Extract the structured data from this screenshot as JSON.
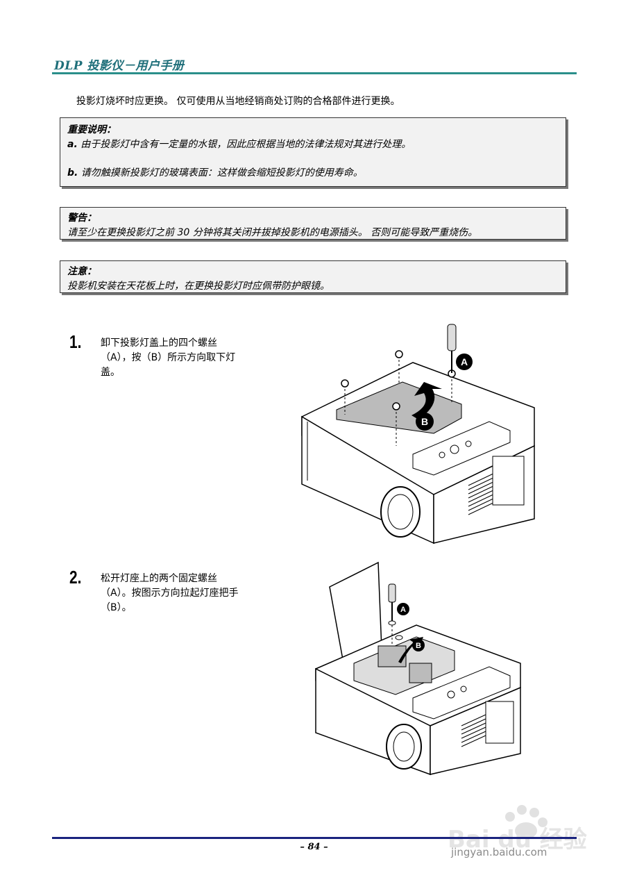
{
  "header": {
    "title": "DLP 投影仪－用户手册"
  },
  "intro": "投影灯烧坏时应更换。 仅可使用从当地经销商处订购的合格部件进行更换。",
  "notice_important": {
    "heading": "重要说明：",
    "item_a_label": "a.",
    "item_a_text": "由于投影灯中含有一定量的水银，因此应根据当地的法律法规对其进行处理。",
    "item_b_label": "b.",
    "item_b_text": "请勿触摸新投影灯的玻璃表面：这样做会缩短投影灯的使用寿命。"
  },
  "notice_warning": {
    "heading": "警告：",
    "text": "请至少在更换投影灯之前 30 分钟将其关闭并拔掉投影机的电源插头。 否则可能导致严重烧伤。"
  },
  "notice_caution": {
    "heading": "注意：",
    "text": "投影机安装在天花板上时，在更换投影灯时应佩带防护眼镜。"
  },
  "steps": [
    {
      "number": "1.",
      "line1": "卸下投影灯盖上的四个螺丝",
      "line2": "（A），按（B）所示方向取下灯",
      "line3": "盖。",
      "callout_a": "A",
      "callout_b": "B"
    },
    {
      "number": "2.",
      "line1": "松开灯座上的两个固定螺丝",
      "line2": "（A）。按图示方向拉起灯座把手",
      "line3": "（B）。",
      "callout_a": "A",
      "callout_b": "B"
    }
  ],
  "footer": {
    "page": "– 84 –"
  },
  "watermark": {
    "brand": "Bai du 经验",
    "url": "jingyan.baidu.com"
  },
  "colors": {
    "header": "#1f6f7a",
    "header_rule": "#2a8f8a",
    "footer_rule": "#1a237e"
  }
}
